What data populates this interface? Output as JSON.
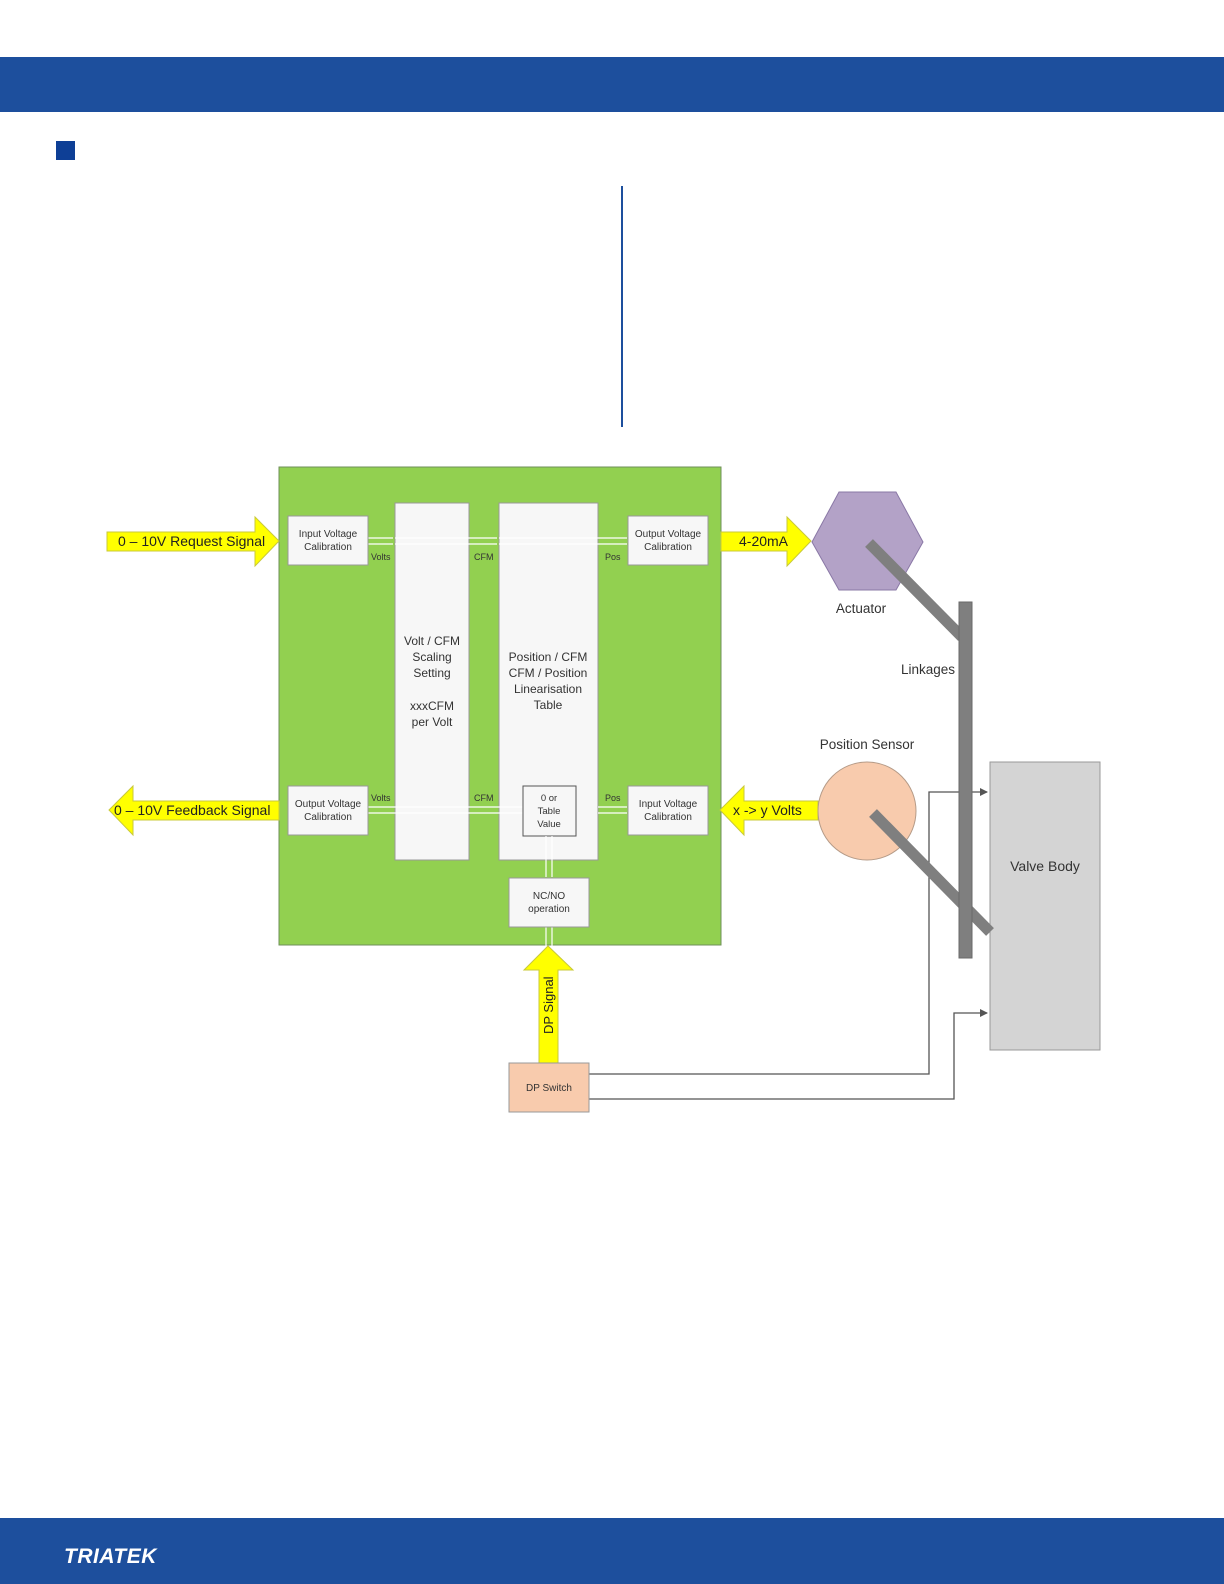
{
  "brand": {
    "logo_text": "TRIATEK",
    "primary_color": "#1d4f9d"
  },
  "diagram": {
    "request_signal": "0 – 10V Request Signal",
    "feedback_signal": "0 – 10V Feedback Signal",
    "input_cal_top": [
      "Input Voltage",
      "Calibration"
    ],
    "output_cal_top": [
      "Output Voltage",
      "Calibration"
    ],
    "output_cal_bottom": [
      "Output Voltage",
      "Calibration"
    ],
    "input_cal_bottom": [
      "Input Voltage",
      "Calibration"
    ],
    "volts_top": "Volts",
    "cfm_top": "CFM",
    "pos_top": "Pos",
    "volts_bottom": "Volts",
    "cfm_bottom": "CFM",
    "pos_bottom": "Pos",
    "scaling_block": [
      "Volt / CFM",
      "Scaling",
      "Setting",
      "",
      "xxxCFM",
      "per Volt"
    ],
    "linearisation_block": [
      "Position / CFM",
      "CFM / Position",
      "Linearisation",
      "Table"
    ],
    "table_value": [
      "0 or",
      "Table",
      "Value"
    ],
    "ncno": [
      "NC/NO",
      "operation"
    ],
    "ma_output": "4-20mA",
    "actuator": "Actuator",
    "linkages": "Linkages",
    "position_sensor": "Position Sensor",
    "xy_volts": "x -> y Volts",
    "valve_body": "Valve Body",
    "dp_signal": "DP Signal",
    "dp_switch": "DP Switch"
  }
}
